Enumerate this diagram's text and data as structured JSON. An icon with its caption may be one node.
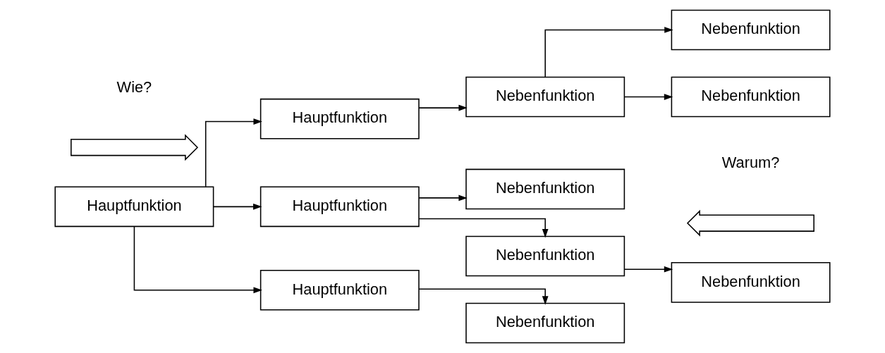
{
  "diagram": {
    "nodes": [
      {
        "text": [],
        "shape": "arrow",
        "beside": [
          "Wie?"
        ]
      },
      {
        "text": [],
        "shape": "arrow",
        "beside": [
          "Warum?"
        ]
      },
      {
        "text": [
          "Hauptfunktion"
        ]
      },
      {
        "text": [
          "Hauptfunktion"
        ]
      },
      {
        "text": [
          "Nebenfunktion"
        ]
      },
      {
        "text": [
          "Nebenfunktion"
        ]
      },
      {
        "text": [
          "Nebenfunktion"
        ]
      },
      {
        "text": [
          "Hauptfunktion"
        ]
      },
      {
        "text": [
          "Nebenfunktion"
        ]
      },
      {
        "text": [
          "Nebenfunktion"
        ]
      },
      {
        "text": [
          "Nebenfunktion"
        ]
      },
      {
        "text": [
          "Hauptfunktion"
        ]
      },
      {
        "text": [
          "Nebenfunktion"
        ]
      }
    ],
    "edges": [
      {
        "from": 2,
        "to": 3,
        "arrow": "to"
      },
      {
        "from": 2,
        "to": 7,
        "arrow": "to"
      },
      {
        "from": 2,
        "to": 11,
        "arrow": "to"
      },
      {
        "from": 3,
        "to": 4,
        "arrow": "to"
      },
      {
        "from": 3,
        "to": 6,
        "arrow": "to"
      },
      {
        "from": 4,
        "to": 5,
        "arrow": "to"
      },
      {
        "from": 7,
        "to": 8,
        "arrow": "to"
      },
      {
        "from": 8,
        "to": 9,
        "arrow": "to"
      },
      {
        "from": 8,
        "to": 10,
        "arrow": "to"
      },
      {
        "from": 11,
        "to": 12,
        "arrow": "to"
      }
    ]
  }
}
